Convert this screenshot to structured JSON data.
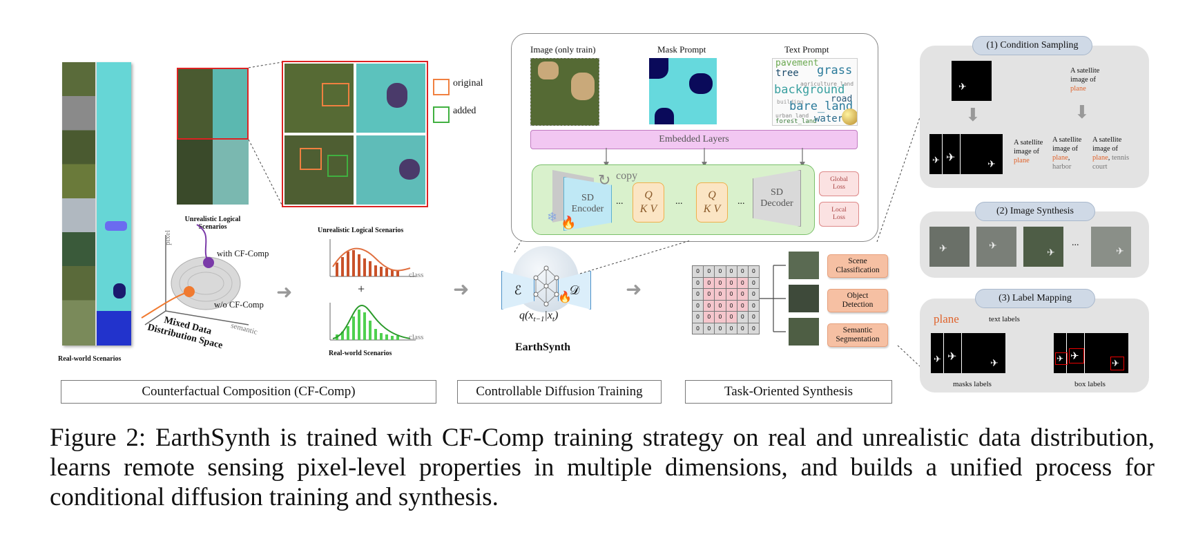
{
  "cfcomp": {
    "real_world_label": "Real-world Scenarios",
    "unrealistic_label": "Unrealistic Logical\nScenarios",
    "legend_original": "original",
    "legend_added": "added",
    "axis_pixel": "pixel",
    "axis_semantic": "semantic",
    "with_cfcomp": "with CF-Comp",
    "without_cfcomp": "w/o CF-Comp",
    "space_label": "Mixed Data\nDistribution Space",
    "dist_top_title": "Unrealistic Logical Scenarios",
    "dist_bottom_title": "Real-world Scenarios",
    "class_label": "class",
    "plus": "+"
  },
  "training": {
    "image_label": "Image (only train)",
    "mask_label": "Mask Prompt",
    "text_label": "Text Prompt",
    "embedded_layers": "Embedded Layers",
    "copy": "copy",
    "sd_encoder": "SD\nEncoder",
    "sd_decoder": "SD\nDecoder",
    "q": "Q",
    "kv": "K V",
    "dots": "...",
    "global_loss": "Global\nLoss",
    "local_loss": "Local\nLoss",
    "enc_symbol": "ℰ",
    "dec_symbol": "𝒟",
    "formula": "q(x",
    "formula_full": "q(x_{t−1}|x_t)",
    "earthsynth": "EarthSynth",
    "wordcloud": [
      "pavement",
      "grass",
      "tree",
      "background",
      "bare_land",
      "road",
      "water",
      "agriculture_land",
      "building",
      "forest_land",
      "urban_land"
    ]
  },
  "tasks": {
    "scene_classification": "Scene\nClassification",
    "object_detection": "Object\nDetection",
    "semantic_segmentation": "Semantic\nSegmentation",
    "grid_value": "0"
  },
  "right": {
    "condition_sampling": "(1) Condition Sampling",
    "image_synthesis": "(2) Image Synthesis",
    "label_mapping": "(3) Label Mapping",
    "sat_image_of": "A satellite\nimage of",
    "plane": "plane",
    "harbor": "harbor",
    "tennis_court": "tennis\ncourt",
    "dots": "...",
    "text_labels": "text labels",
    "masks_labels": "masks labels",
    "box_labels": "box labels"
  },
  "stages": {
    "cfcomp": "Counterfactual Composition (CF-Comp)",
    "training": "Controllable Diffusion Training",
    "synthesis": "Task-Oriented Synthesis"
  },
  "caption": "Figure 2: EarthSynth is trained with CF-Comp training strategy on real and unrealistic data distribution, learns remote sensing pixel-level properties in multiple dimensions, and builds a unified process for conditional diffusion training and synthesis."
}
